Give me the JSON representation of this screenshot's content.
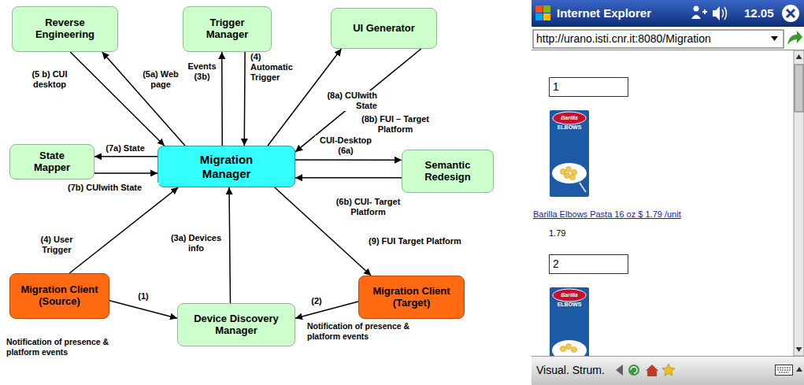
{
  "diagram": {
    "nodes": [
      {
        "text": [
          "Reverse Engineering"
        ]
      },
      {
        "text": [
          "Trigger Manager"
        ]
      },
      {
        "text": [
          "UI Generator"
        ]
      },
      {
        "text": [
          "State Mapper"
        ]
      },
      {
        "text": [
          "Migration Manager"
        ]
      },
      {
        "text": [
          "Semantic Redesign"
        ]
      },
      {
        "text": [
          "Migration Client (Source)"
        ]
      },
      {
        "text": [
          "Device Discovery Manager"
        ]
      },
      {
        "text": [
          "Migration Client (Target)"
        ]
      }
    ],
    "edges": [
      {
        "from": 0,
        "to": 4,
        "arrow": "to",
        "label": "(5 b) CUI desktop"
      },
      {
        "from": 4,
        "to": 0,
        "arrow": "to",
        "label": "(5a) Web page"
      },
      {
        "from": 4,
        "to": 1,
        "arrow": "to",
        "label": "Events (3b)"
      },
      {
        "from": 1,
        "to": 4,
        "arrow": "to",
        "label": "(4) Automatic Trigger"
      },
      {
        "from": 4,
        "to": 2,
        "arrow": "to",
        "label": "(8a) CUIwith State"
      },
      {
        "from": 2,
        "to": 4,
        "arrow": "to",
        "label": "(8b) FUI – Target Platform"
      },
      {
        "from": 4,
        "to": 3,
        "arrow": "to",
        "label": "(7a) State"
      },
      {
        "from": 3,
        "to": 4,
        "arrow": "to",
        "label": "(7b) CUIwith State"
      },
      {
        "from": 4,
        "to": 5,
        "arrow": "to",
        "label": "CUI-Desktop (6a)"
      },
      {
        "from": 5,
        "to": 4,
        "arrow": "to",
        "label": "(6b) CUI- Target Platform"
      },
      {
        "from": 6,
        "to": 4,
        "arrow": "to",
        "label": "(4) User Trigger"
      },
      {
        "from": 7,
        "to": 4,
        "arrow": "to",
        "label": "(3a) Devices info"
      },
      {
        "from": 4,
        "to": 8,
        "arrow": "to",
        "label": "(9) FUI Target Platform"
      },
      {
        "from": 6,
        "to": 7,
        "arrow": "to",
        "label": "(1)"
      },
      {
        "from": 8,
        "to": 7,
        "arrow": "to",
        "label": "(2)"
      }
    ],
    "labels": [
      "Notification of presence & platform events",
      "Notification of presence & platform events",
      "Internet Explorer",
      "12.05",
      "http://urano.isti.cnr.it:8080/Migration",
      "1",
      "Barilla",
      "ELBOWS",
      "Barilla Elbows Pasta 16 oz $ 1.79 /unit",
      "1.79",
      "2",
      "Barilla",
      "ELBOWS",
      "Visual. Strum."
    ]
  }
}
